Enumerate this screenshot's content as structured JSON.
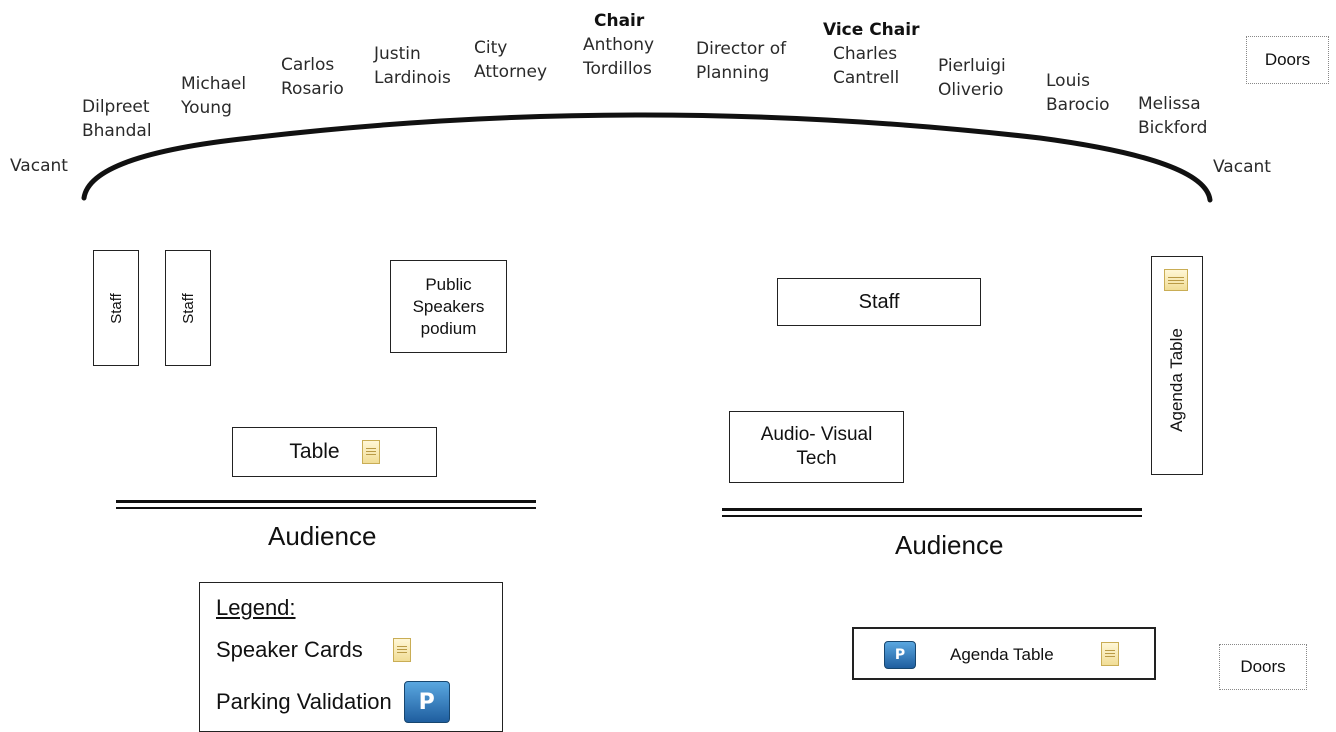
{
  "dais": {
    "seats": [
      {
        "role": "",
        "lines": [
          "Vacant"
        ]
      },
      {
        "role": "",
        "lines": [
          "Dilpreet",
          "Bhandal"
        ]
      },
      {
        "role": "",
        "lines": [
          "Michael",
          "Young"
        ]
      },
      {
        "role": "",
        "lines": [
          "Carlos",
          "Rosario"
        ]
      },
      {
        "role": "",
        "lines": [
          "Justin",
          "Lardinois"
        ]
      },
      {
        "role": "",
        "lines": [
          "City",
          "Attorney"
        ]
      },
      {
        "role": "Chair",
        "lines": [
          "Anthony",
          "Tordillos"
        ]
      },
      {
        "role": "",
        "lines": [
          "Director of",
          "Planning"
        ]
      },
      {
        "role": "Vice Chair",
        "lines": [
          "Charles",
          "Cantrell"
        ]
      },
      {
        "role": "",
        "lines": [
          "Pierluigi",
          "Oliverio"
        ]
      },
      {
        "role": "",
        "lines": [
          "Louis",
          "Barocio"
        ]
      },
      {
        "role": "",
        "lines": [
          "Melissa",
          "Bickford"
        ]
      },
      {
        "role": "",
        "lines": [
          "Vacant"
        ]
      }
    ]
  },
  "doors_top": "Doors",
  "doors_bottom": "Doors",
  "staff_left_1": "Staff",
  "staff_left_2": "Staff",
  "podium": {
    "line1": "Public",
    "line2": "Speakers",
    "line3": "podium"
  },
  "staff_right": "Staff",
  "agenda_table_vertical": "Agenda Table",
  "table_left": "Table",
  "av_tech": {
    "line1": "Audio- Visual",
    "line2": "Tech"
  },
  "audience_left": "Audience",
  "audience_right": "Audience",
  "agenda_table_bottom": "Agenda Table",
  "legend": {
    "title": "Legend:",
    "speaker_cards": "Speaker Cards",
    "parking_validation": "Parking Validation"
  },
  "icons": {
    "speaker_card": "document-icon",
    "parking": "parking-validation-icon",
    "agenda": "folder-icon"
  }
}
